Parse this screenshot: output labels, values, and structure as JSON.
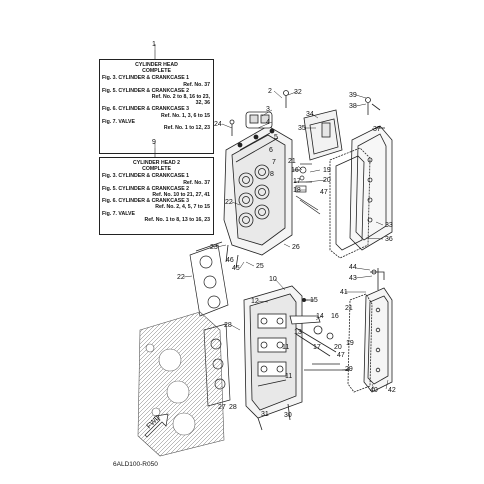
{
  "box1": {
    "number": "1",
    "title1": "CYLINDER  HEAD",
    "title2": "COMPLETE",
    "lines": [
      {
        "t": "Fig. 3. CYLINDER & CRANKCASE 1",
        "indent": false
      },
      {
        "t": "Ref. No. 37",
        "indent": true
      },
      {
        "t": "Fig. 5. CYLINDER & CRANKCASE 2",
        "indent": false
      },
      {
        "t": "Ref. No. 2 to 8, 16 to 23,",
        "indent": true
      },
      {
        "t": "32, 36",
        "indent": true
      },
      {
        "t": "Fig. 6. CYLINDER & CRANKCASE 3",
        "indent": false
      },
      {
        "t": "Ref. No. 1, 3, 6 to 15",
        "indent": true
      },
      {
        "t": "Fig. 7. VALVE",
        "indent": false
      },
      {
        "t": "Ref. No. 1 to 12, 23",
        "indent": true
      }
    ]
  },
  "box9": {
    "number": "9",
    "title1": "CYLINDER HEAD 2",
    "title2": "COMPLETE",
    "lines": [
      {
        "t": "Fig. 3. CYLINDER & CRANKCASE 1",
        "indent": false
      },
      {
        "t": "Ref. No. 37",
        "indent": true
      },
      {
        "t": "Fig. 5. CYLINDER & CRANKCASE 2",
        "indent": false
      },
      {
        "t": "Ref. No. 10 to 21, 27, 41",
        "indent": true
      },
      {
        "t": "Fig. 6. CYLINDER & CRANKCASE 3",
        "indent": false
      },
      {
        "t": "Ref. No. 2, 4, 5, 7 to 15",
        "indent": true
      },
      {
        "t": "Fig. 7. VALVE",
        "indent": false
      },
      {
        "t": "Ref. No. 1 to 8, 13 to 16, 23",
        "indent": true
      }
    ]
  },
  "callouts": [
    "2",
    "32",
    "3",
    "4",
    "24",
    "5",
    "6",
    "7",
    "8",
    "34",
    "35",
    "37",
    "39",
    "38",
    "21",
    "16",
    "19",
    "20",
    "17",
    "18",
    "47",
    "22",
    "33",
    "23",
    "36",
    "26",
    "45",
    "25",
    "46",
    "22",
    "44",
    "43",
    "10",
    "12",
    "15",
    "41",
    "28",
    "14",
    "13",
    "16",
    "21",
    "11",
    "17",
    "20",
    "19",
    "47",
    "11",
    "29",
    "42",
    "40",
    "27",
    "28",
    "31",
    "30"
  ],
  "fwd_label": "FWD",
  "drawing_code": "6ALD100-R050"
}
